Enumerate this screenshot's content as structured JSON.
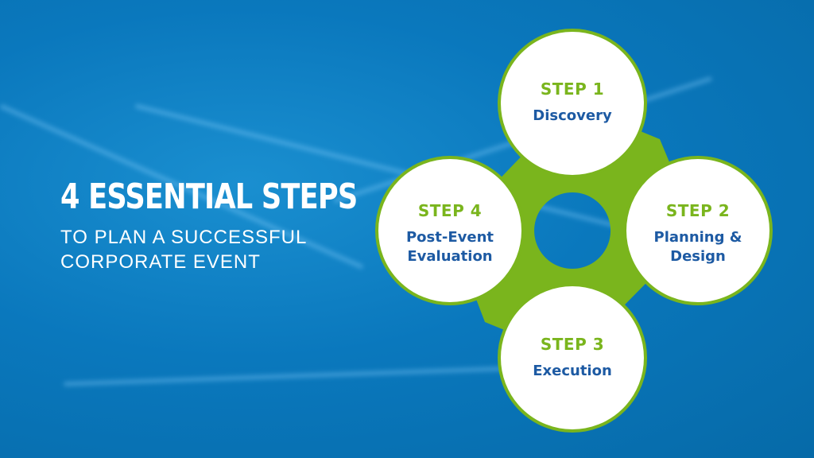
{
  "heading": {
    "title": "4 ESSENTIAL STEPS",
    "subtitle_line1": "TO PLAN A SUCCESSFUL",
    "subtitle_line2": "CORPORATE EVENT"
  },
  "steps": [
    {
      "label": "STEP 1",
      "name": "Discovery"
    },
    {
      "label": "STEP 2",
      "name": "Planning &",
      "name2": "Design"
    },
    {
      "label": "STEP 3",
      "name": "Execution"
    },
    {
      "label": "STEP 4",
      "name": "Post-Event",
      "name2": "Evaluation"
    }
  ],
  "colors": {
    "background": "#0a78bd",
    "accent_green": "#7ab51d",
    "step_name": "#1d5aa3"
  }
}
